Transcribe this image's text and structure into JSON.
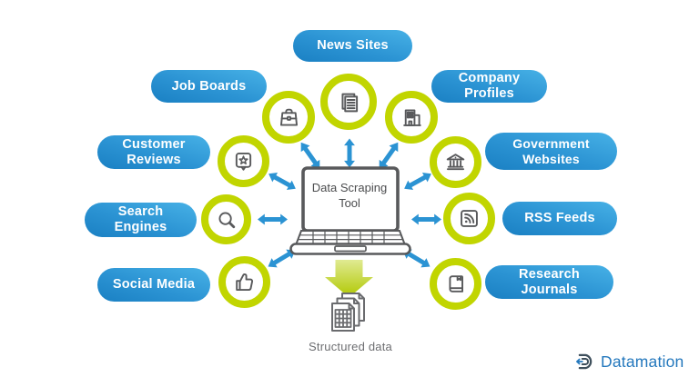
{
  "center_tool": {
    "label": "Data Scraping Tool"
  },
  "output": {
    "label": "Structured data"
  },
  "sources": [
    {
      "label": "News Sites",
      "icon": "newspaper-icon"
    },
    {
      "label": "Job Boards",
      "icon": "briefcase-icon"
    },
    {
      "label": "Company Profiles",
      "icon": "office-building-icon"
    },
    {
      "label": "Customer Reviews",
      "icon": "review-star-icon"
    },
    {
      "label": "Government Websites",
      "icon": "bank-icon"
    },
    {
      "label": "Search Engines",
      "icon": "magnifying-glass-icon"
    },
    {
      "label": "RSS Feeds",
      "icon": "rss-icon"
    },
    {
      "label": "Social Media",
      "icon": "thumbs-up-icon"
    },
    {
      "label": "Research Journals",
      "icon": "book-icon"
    }
  ],
  "logo": {
    "text": "Datamation"
  },
  "colors": {
    "pill_gradient_light": "#47b1e6",
    "pill_gradient_dark": "#1a80c3",
    "connector_arrow_blue": "#2b93d3",
    "ring_lime": "#c1d500",
    "icon_gray": "#58595b",
    "muted_text_gray": "#6d6e71",
    "output_arrow_light": "#e0ea92",
    "output_arrow_dark": "#b0c800",
    "logo_text_blue": "#2478bd",
    "logo_mark_slate": "#3e4f5c"
  }
}
